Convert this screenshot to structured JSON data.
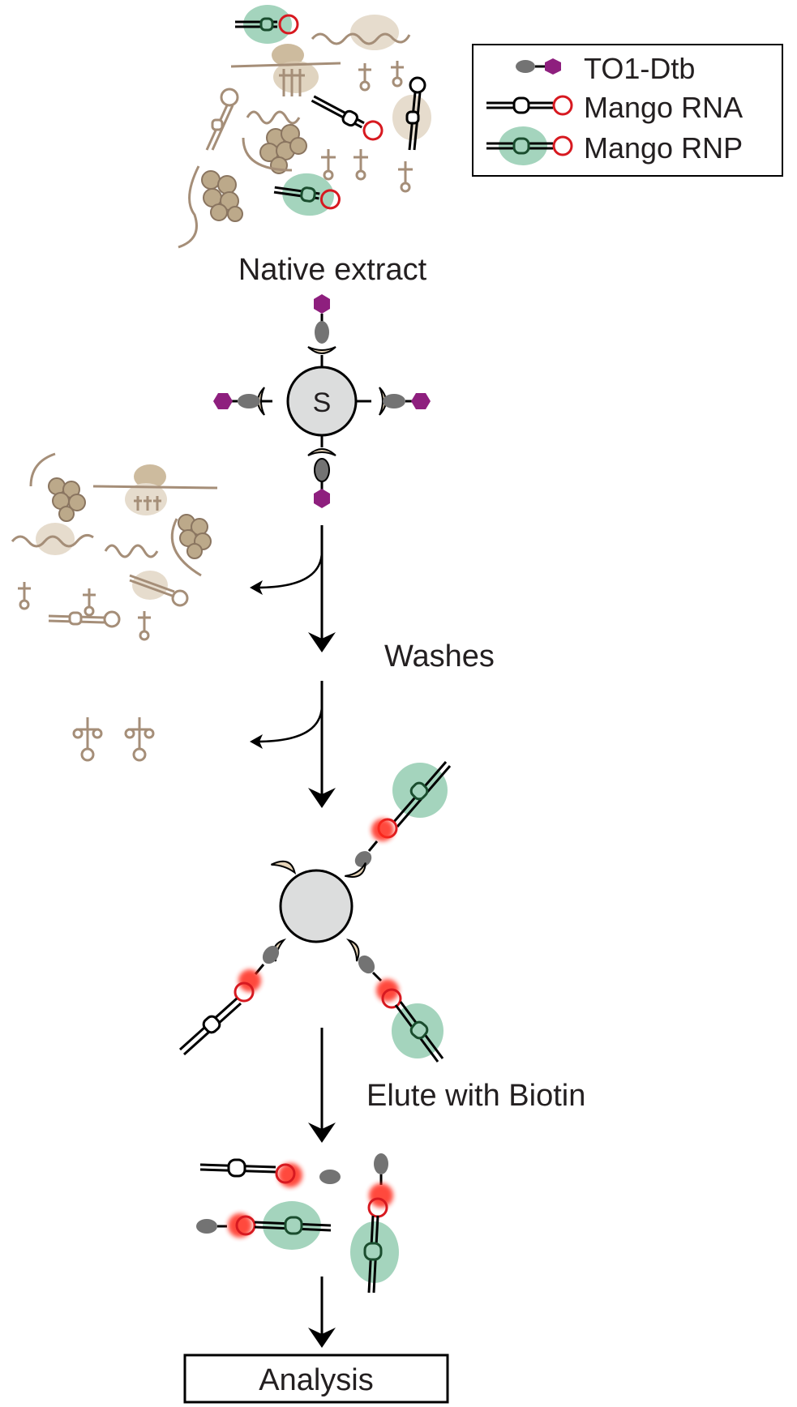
{
  "legend": {
    "items": [
      {
        "label": "TO1-Dtb"
      },
      {
        "label": "Mango RNA"
      },
      {
        "label": "Mango RNP"
      }
    ]
  },
  "steps": {
    "native_extract": "Native extract",
    "bead_label": "S",
    "washes": "Washes",
    "elute": "Elute with Biotin",
    "analysis": "Analysis"
  },
  "colors": {
    "dye_magenta": "#8e1f7e",
    "dye_gray": "#737373",
    "rna_red": "#d71920",
    "rnp_green": "#a4d4bd",
    "cell_tan": "#a58e78",
    "blob_tan": "#cdbb9e",
    "bead_gray": "#dcdddd",
    "arrow_black": "#000000"
  }
}
